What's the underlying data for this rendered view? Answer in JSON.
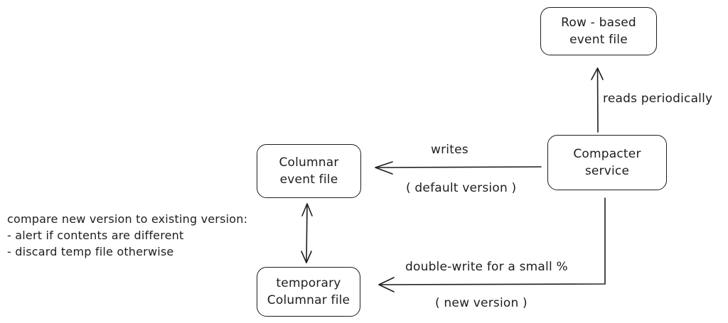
{
  "nodes": {
    "row_file": [
      "Row - based",
      "event file"
    ],
    "compacter": [
      "Compacter",
      "service"
    ],
    "columnar": [
      "Columnar",
      "event file"
    ],
    "temp": [
      "temporary",
      "Columnar file"
    ]
  },
  "edges": {
    "reads": "reads periodically",
    "writes": "writes",
    "default_version": "( default version )",
    "double_write": "double-write for a small %",
    "new_version": "( new version )"
  },
  "note": {
    "title": "compare new version to existing version:",
    "lines": [
      "- alert if contents are different",
      "- discard temp file otherwise"
    ]
  }
}
